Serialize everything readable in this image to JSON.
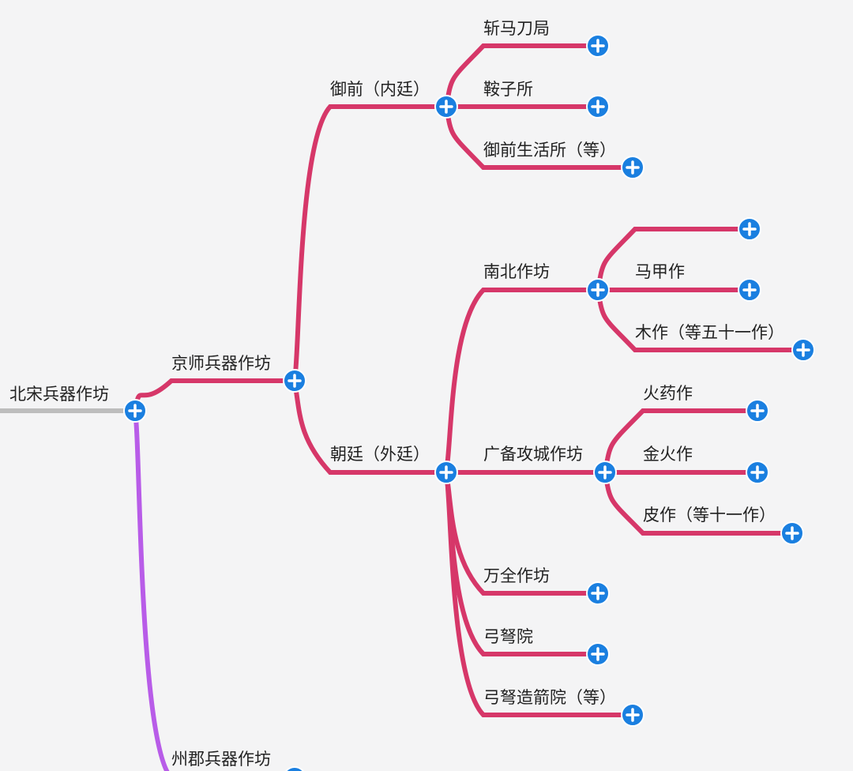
{
  "colors": {
    "background": "#f4f4f5",
    "root_line": "#bdbdbd",
    "branch_main": "#d63769",
    "branch_secondary": "#b85ce8",
    "button": "#1a7fe0",
    "button_icon": "#ffffff",
    "text": "#222222"
  },
  "root": {
    "label": "北宋兵器作坊"
  },
  "nodes": {
    "jingshi": "京师兵器作坊",
    "zhoujun": "州郡兵器作坊",
    "yuqian": "御前（内廷）",
    "chaoting": "朝廷（外廷）",
    "zhanmadao": "斩马刀局",
    "anzi": "鞍子所",
    "yuqianshenghuo": "御前生活所（等）",
    "nanbei": "南北作坊",
    "guangbei": "广备攻城作坊",
    "wanquan": "万全作坊",
    "gongnu": "弓弩院",
    "gongnuzaojian": "弓弩造箭院（等）",
    "nb_blank": "",
    "majia": "马甲作",
    "muzuo": "木作（等五十一作）",
    "huoyao": "火药作",
    "jinhuo": "金火作",
    "pizuo": "皮作（等十一作）"
  },
  "button_icon_name": "expand-plus-icon"
}
